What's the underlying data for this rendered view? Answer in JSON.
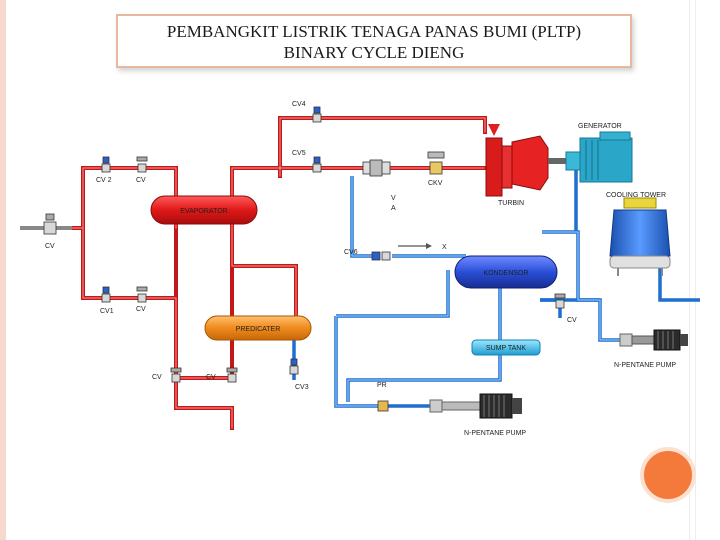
{
  "title": {
    "line1": "PEMBANGKIT LISTRIK TENAGA PANAS BUMI (PLTP)",
    "line2": "BINARY CYCLE DIENG"
  },
  "components": {
    "evaporator": "EVAPORATOR",
    "predicater": "PREDICATER",
    "kondensor": "KONDENSOR",
    "sump_tank": "SUMP TANK",
    "turbin": "TURBIN",
    "generator": "GENERATOR",
    "cooling_tower": "COOLING TOWER",
    "n_pentane_pump_right": "N-PENTANE PUMP",
    "n_pentane_pump_bottom": "N-PENTANE PUMP"
  },
  "valves": {
    "cv4": "CV4",
    "cv5": "CV5",
    "cv2": "CV 2",
    "cv_top": "CV",
    "cv_left": "CV",
    "cv1": "CV1",
    "cv_mid": "CV",
    "ckv": "CKV",
    "cv6": "CV6",
    "cv3": "CV3",
    "cv_bottom1": "CV",
    "cv_bottom2": "CV",
    "cv_cond": "CV",
    "pr": "PR",
    "va": "V\nA",
    "vx": "X"
  },
  "colors": {
    "hot_line": "#d62020",
    "cold_line": "#1e6fd0",
    "evaporator": "#e02020",
    "predicater": "#f08a1c",
    "kondensor": "#2a4fd8",
    "sump_tank": "#28b8e8",
    "generator": "#2aa7c8",
    "cooling_tower": "#2c6fd8"
  }
}
